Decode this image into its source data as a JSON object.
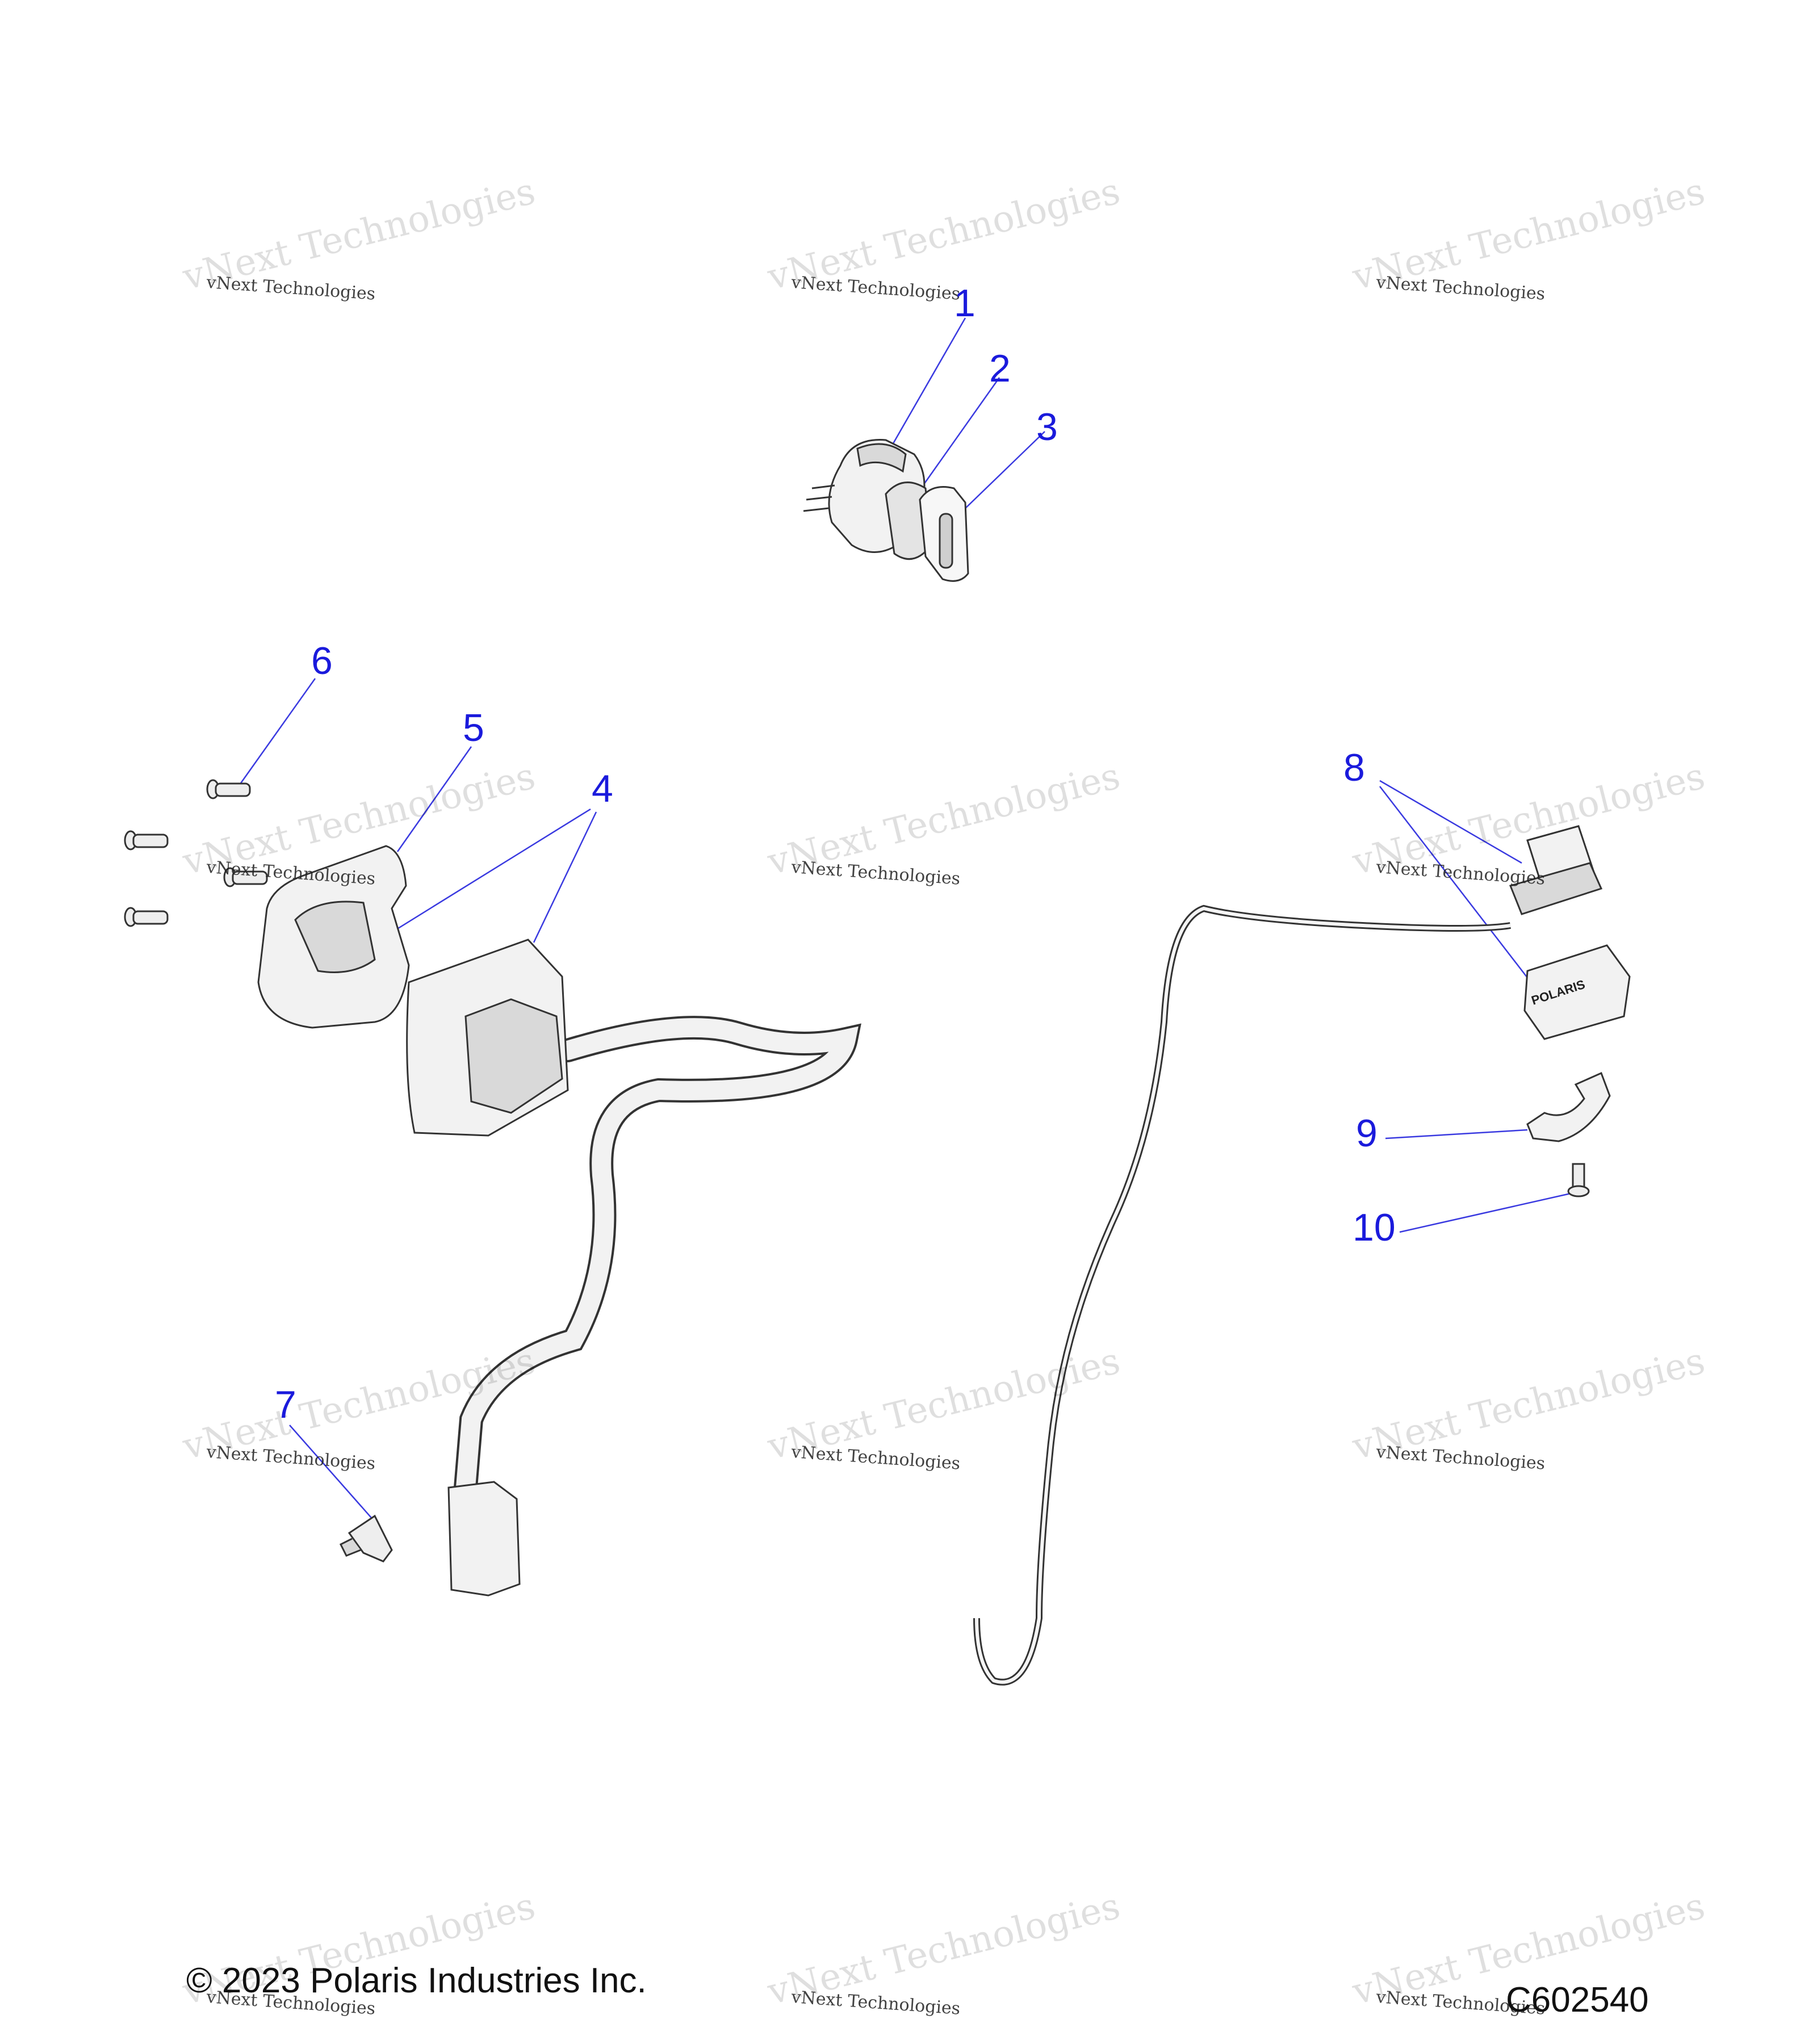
{
  "colors": {
    "callout": "#1a1adc",
    "leader": "#3a3ae0",
    "part_stroke": "#333333",
    "part_fill": "#f2f2f2",
    "part_shade": "#d9d9d9"
  },
  "callouts": [
    {
      "id": "1",
      "label": "1"
    },
    {
      "id": "2",
      "label": "2"
    },
    {
      "id": "3",
      "label": "3"
    },
    {
      "id": "4",
      "label": "4"
    },
    {
      "id": "5",
      "label": "5"
    },
    {
      "id": "6",
      "label": "6"
    },
    {
      "id": "7",
      "label": "7"
    },
    {
      "id": "8",
      "label": "8"
    },
    {
      "id": "9",
      "label": "9"
    },
    {
      "id": "10",
      "label": "10"
    }
  ],
  "watermark": {
    "large": "vNext Technologies",
    "small": "vNext Technologies"
  },
  "part_labels": {
    "receptacle_brand": "POLARIS"
  },
  "footer": {
    "copyright": "© 2023 Polaris Industries Inc.",
    "figure_code": "C602540"
  }
}
